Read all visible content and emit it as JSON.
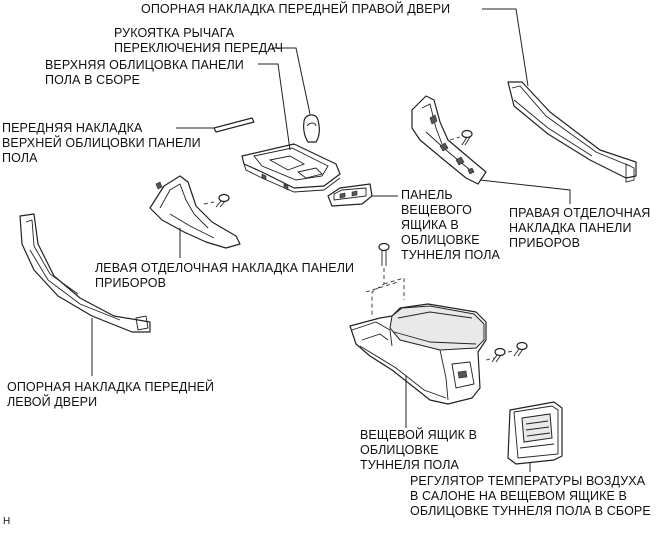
{
  "labels": {
    "front_right_door_scuff": "ОПОРНАЯ НАКЛАДКА ПЕРЕДНЕЙ ПРАВОЙ ДВЕРИ",
    "shift_knob": "РУКОЯТКА РЫЧАГА\nПЕРЕКЛЮЧЕНИЯ ПЕРЕДАЧ",
    "upper_console_panel": "ВЕРХНЯЯ ОБЛИЦОВКА ПАНЕЛИ\nПОЛА В СБОРЕ",
    "front_upper_console_trim": "ПЕРЕДНЯЯ НАКЛАДКА\nВЕРХНЕЙ ОБЛИЦОВКИ ПАНЕЛИ\nПОЛА",
    "console_box_panel": "ПАНЕЛЬ\nВЕЩЕВОГО\nЯЩИКА В\nОБЛИЦОВКЕ\nТУННЕЛЯ ПОЛА",
    "right_instrument_trim": "ПРАВАЯ ОТДЕЛОЧНАЯ\nНАКЛАДКА ПАНЕЛИ\nПРИБОРОВ",
    "left_instrument_trim": "ЛЕВАЯ ОТДЕЛОЧНАЯ НАКЛАДКА ПАНЕЛИ\nПРИБОРОВ",
    "front_left_door_scuff": "ОПОРНАЯ НАКЛАДКА ПЕРЕДНЕЙ\nЛЕВОЙ ДВЕРИ",
    "console_box": "ВЕЩЕВОЙ ЯЩИК В\nОБЛИЦОВКЕ\nТУННЕЛЯ ПОЛА",
    "rear_air_register": "РЕГУЛЯТОР ТЕМПЕРАТУРЫ ВОЗДУХА\nВ САЛОНЕ НА ВЕЩЕВОМ ЯЩИКЕ В\nОБЛИЦОВКЕ ТУННЕЛЯ ПОЛА В СБОРЕ",
    "corner_mark": "H"
  }
}
